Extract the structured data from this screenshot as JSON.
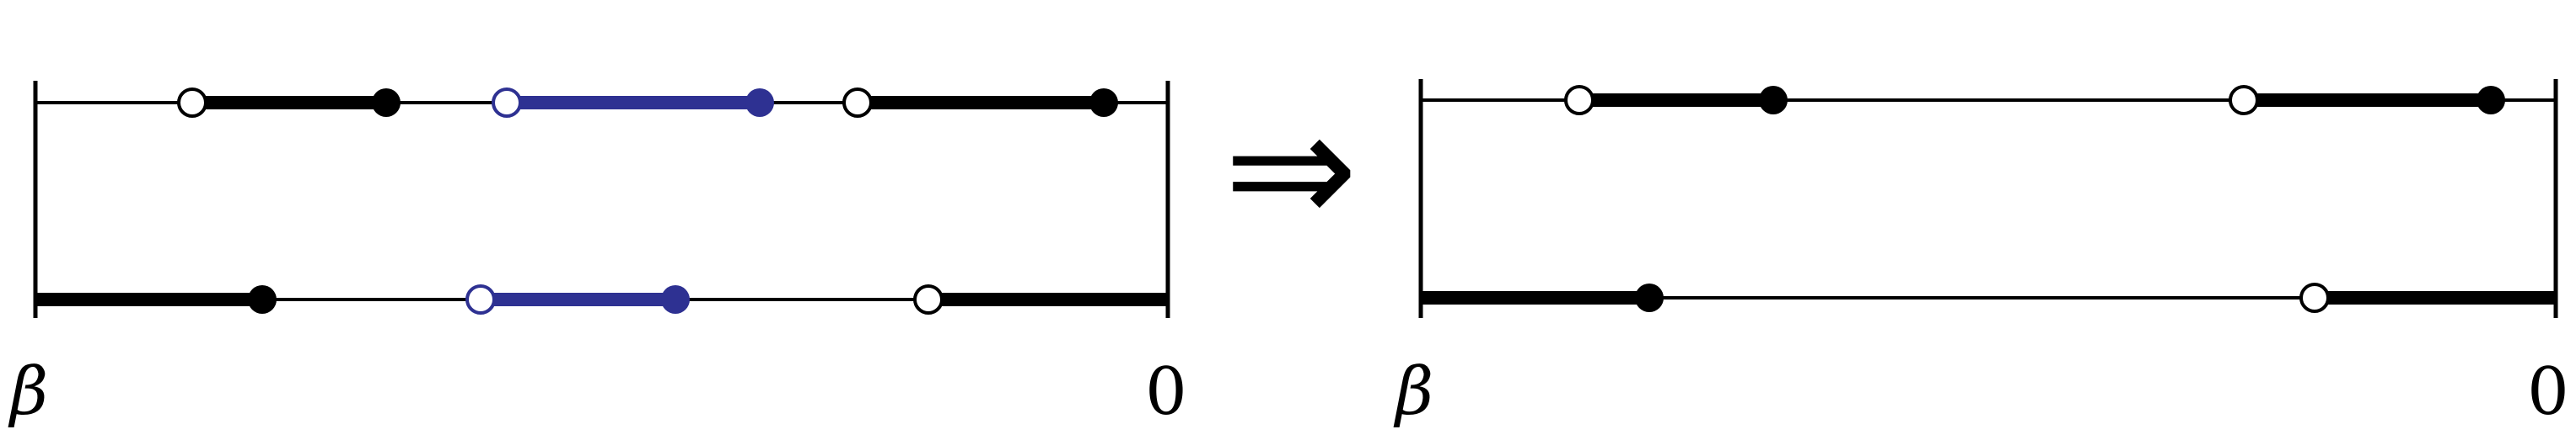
{
  "colors": {
    "line": "#000000",
    "highlight": "#2e3192",
    "open_fill": "#ffffff",
    "background": "#ffffff"
  },
  "symbols": {
    "implies": "⇒"
  },
  "panels": [
    {
      "id": "left",
      "labels": {
        "left": "β",
        "right": "0"
      },
      "rows": [
        {
          "id": "top",
          "thick_segments": [
            {
              "from": "open-1",
              "to": "filled-1",
              "color": "line"
            },
            {
              "from": "open-2",
              "to": "filled-2",
              "color": "highlight"
            },
            {
              "from": "open-3",
              "to": "filled-3",
              "color": "line"
            }
          ],
          "markers": [
            {
              "id": "open-1",
              "type": "open",
              "color": "line"
            },
            {
              "id": "filled-1",
              "type": "filled",
              "color": "line"
            },
            {
              "id": "open-2",
              "type": "open",
              "color": "highlight"
            },
            {
              "id": "filled-2",
              "type": "filled",
              "color": "highlight"
            },
            {
              "id": "open-3",
              "type": "open",
              "color": "line"
            },
            {
              "id": "filled-3",
              "type": "filled",
              "color": "line"
            }
          ]
        },
        {
          "id": "bottom",
          "thick_segments": [
            {
              "from": "left-end",
              "to": "filled-1",
              "color": "line"
            },
            {
              "from": "open-1",
              "to": "filled-2",
              "color": "highlight"
            },
            {
              "from": "open-2",
              "to": "right-end",
              "color": "line"
            }
          ],
          "markers": [
            {
              "id": "filled-1",
              "type": "filled",
              "color": "line"
            },
            {
              "id": "open-1",
              "type": "open",
              "color": "highlight"
            },
            {
              "id": "filled-2",
              "type": "filled",
              "color": "highlight"
            },
            {
              "id": "open-2",
              "type": "open",
              "color": "line"
            }
          ]
        }
      ]
    },
    {
      "id": "right",
      "labels": {
        "left": "β",
        "right": "0"
      },
      "rows": [
        {
          "id": "top",
          "thick_segments": [
            {
              "from": "open-1",
              "to": "filled-1",
              "color": "line"
            },
            {
              "from": "open-2",
              "to": "filled-2",
              "color": "line"
            }
          ],
          "markers": [
            {
              "id": "open-1",
              "type": "open",
              "color": "line"
            },
            {
              "id": "filled-1",
              "type": "filled",
              "color": "line"
            },
            {
              "id": "open-2",
              "type": "open",
              "color": "line"
            },
            {
              "id": "filled-2",
              "type": "filled",
              "color": "line"
            }
          ]
        },
        {
          "id": "bottom",
          "thick_segments": [
            {
              "from": "left-end",
              "to": "filled-1",
              "color": "line"
            },
            {
              "from": "open-1",
              "to": "right-end",
              "color": "line"
            }
          ],
          "markers": [
            {
              "id": "filled-1",
              "type": "filled",
              "color": "line"
            },
            {
              "id": "open-1",
              "type": "open",
              "color": "line"
            }
          ]
        }
      ]
    }
  ]
}
